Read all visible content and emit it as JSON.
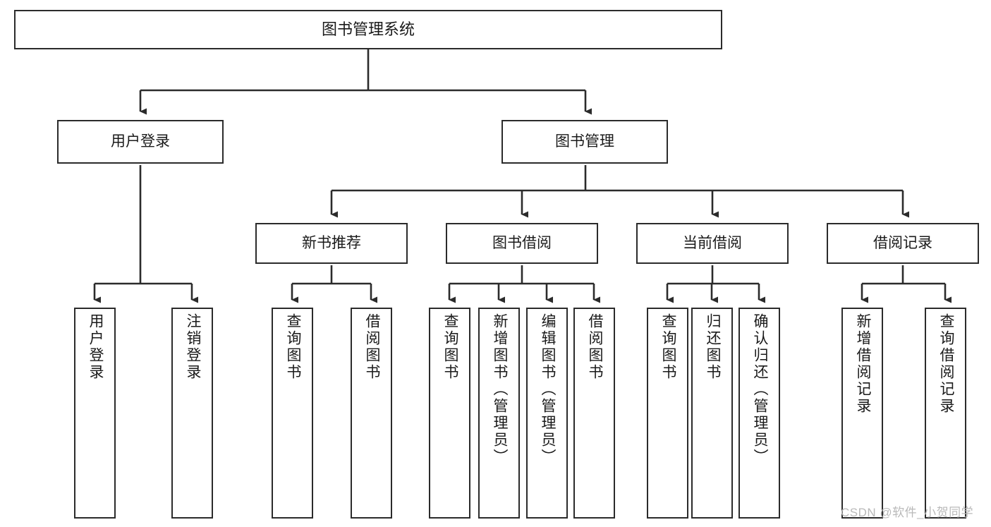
{
  "diagram": {
    "title": "图书管理系统",
    "type": "hierarchy-tree",
    "root": {
      "id": "root",
      "label": "图书管理系统"
    },
    "level2": [
      {
        "id": "user-login",
        "label": "用户登录"
      },
      {
        "id": "book-manage",
        "label": "图书管理"
      }
    ],
    "level3": [
      {
        "id": "new-book-rec",
        "label": "新书推荐",
        "parent": "book-manage"
      },
      {
        "id": "book-borrow",
        "label": "图书借阅",
        "parent": "book-manage"
      },
      {
        "id": "current-borrow",
        "label": "当前借阅",
        "parent": "book-manage"
      },
      {
        "id": "borrow-record",
        "label": "借阅记录",
        "parent": "book-manage"
      }
    ],
    "leaves": {
      "user_login": [
        {
          "id": "leaf-user-login",
          "label": "用户登录"
        },
        {
          "id": "leaf-user-logout",
          "label": "注销登录"
        }
      ],
      "new_book_rec": [
        {
          "id": "leaf-query-book-1",
          "label": "查询图书"
        },
        {
          "id": "leaf-borrow-book-1",
          "label": "借阅图书"
        }
      ],
      "book_borrow": [
        {
          "id": "leaf-query-book-2",
          "label": "查询图书"
        },
        {
          "id": "leaf-add-book",
          "label": "新增图书（管理员）"
        },
        {
          "id": "leaf-edit-book",
          "label": "编辑图书（管理员）"
        },
        {
          "id": "leaf-borrow-book-2",
          "label": "借阅图书"
        }
      ],
      "current_borrow": [
        {
          "id": "leaf-query-book-3",
          "label": "查询图书"
        },
        {
          "id": "leaf-return-book",
          "label": "归还图书"
        },
        {
          "id": "leaf-confirm-return",
          "label": "确认归还（管理员）"
        }
      ],
      "borrow_record": [
        {
          "id": "leaf-add-record",
          "label": "新增借阅记录"
        },
        {
          "id": "leaf-query-record",
          "label": "查询借阅记录"
        }
      ]
    }
  },
  "watermark": {
    "text": "CSDN @软件_小贺同学"
  },
  "colors": {
    "stroke": "#2b2b2b",
    "fill": "#ffffff",
    "text": "#1a1a1a",
    "watermark": "#b9b9b9"
  }
}
